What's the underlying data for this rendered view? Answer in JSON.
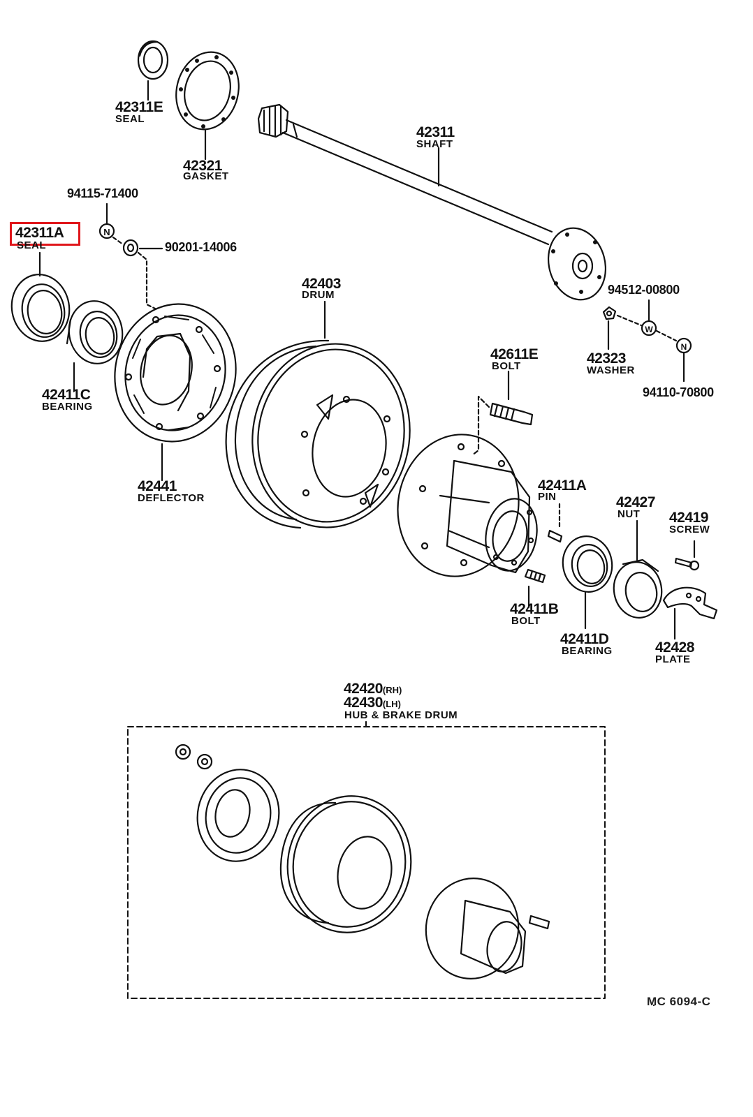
{
  "highlight_color": "#e0161b",
  "parts": {
    "seal_e": {
      "number": "42311E",
      "name": "SEAL"
    },
    "gasket": {
      "number": "42321",
      "name": "GASKET"
    },
    "shaft": {
      "number": "42311",
      "name": "SHAFT"
    },
    "n1": {
      "number": "94115-71400"
    },
    "seal_a": {
      "number": "42311A",
      "name": "SEAL"
    },
    "w1": {
      "number": "90201-14006"
    },
    "drum": {
      "number": "42403",
      "name": "DRUM"
    },
    "n2": {
      "number": "94512-00800"
    },
    "washer": {
      "number": "42323",
      "name": "WASHER"
    },
    "n3": {
      "number": "94110-70800"
    },
    "bolt_e": {
      "number": "42611E",
      "name": "BOLT"
    },
    "bearing_c": {
      "number": "42411C",
      "name": "BEARING"
    },
    "deflector": {
      "number": "42441",
      "name": "DEFLECTOR"
    },
    "pin": {
      "number": "42411A",
      "name": "PIN"
    },
    "nut": {
      "number": "42427",
      "name": "NUT"
    },
    "screw": {
      "number": "42419",
      "name": "SCREW"
    },
    "bolt_b": {
      "number": "42411B",
      "name": "BOLT"
    },
    "bearing_d": {
      "number": "42411D",
      "name": "BEARING"
    },
    "plate": {
      "number": "42428",
      "name": "PLATE"
    },
    "hub_rh": {
      "number": "42420",
      "side": "(RH)"
    },
    "hub_lh": {
      "number": "42430",
      "side": "(LH)"
    },
    "hub_name": "HUB & BRAKE DRUM"
  },
  "reference_code": "MC  6094-C"
}
